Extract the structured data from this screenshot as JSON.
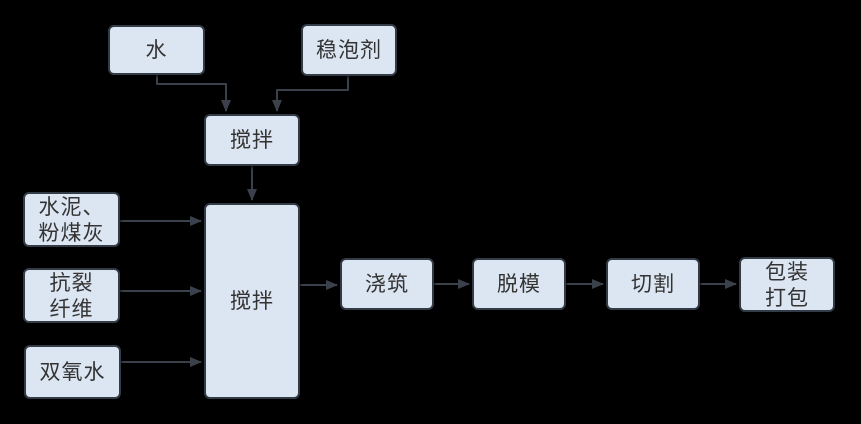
{
  "diagram": {
    "colors": {
      "background": "#000000",
      "node_fill": "#dce6f2",
      "node_border": "#333b46",
      "arrow": "#3a414b",
      "text": "#333333"
    },
    "nodes": {
      "water": {
        "lines": [
          "水"
        ]
      },
      "stabilizer": {
        "lines": [
          "稳泡剂"
        ]
      },
      "mix_top": {
        "lines": [
          "搅拌"
        ]
      },
      "mix_main": {
        "lines": [
          "搅拌"
        ]
      },
      "cement_flyash": {
        "lines": [
          "水泥、",
          "粉煤灰"
        ]
      },
      "anticrack_fiber": {
        "lines": [
          "抗裂",
          "纤维"
        ]
      },
      "hydrogen_peroxide": {
        "lines": [
          "双氧水"
        ]
      },
      "pouring": {
        "lines": [
          "浇筑"
        ]
      },
      "demolding": {
        "lines": [
          "脱模"
        ]
      },
      "cutting": {
        "lines": [
          "切割"
        ]
      },
      "packaging": {
        "lines": [
          "包装",
          "打包"
        ]
      }
    },
    "edges": [
      {
        "from": "water",
        "to": "mix_top"
      },
      {
        "from": "stabilizer",
        "to": "mix_top"
      },
      {
        "from": "mix_top",
        "to": "mix_main"
      },
      {
        "from": "cement_flyash",
        "to": "mix_main"
      },
      {
        "from": "anticrack_fiber",
        "to": "mix_main"
      },
      {
        "from": "hydrogen_peroxide",
        "to": "mix_main"
      },
      {
        "from": "mix_main",
        "to": "pouring"
      },
      {
        "from": "pouring",
        "to": "demolding"
      },
      {
        "from": "demolding",
        "to": "cutting"
      },
      {
        "from": "cutting",
        "to": "packaging"
      }
    ]
  }
}
